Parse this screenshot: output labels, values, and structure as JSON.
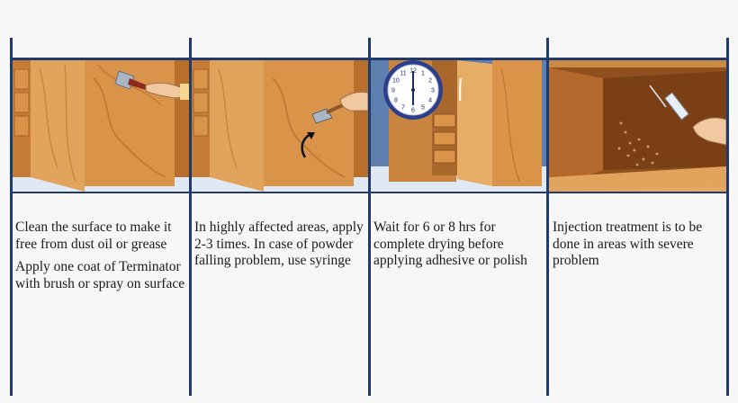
{
  "steps": [
    {
      "id": "clean",
      "paragraphs": [
        "Clean the surface to make it free from dust oil or grease",
        "Apply one coat of Terminator with brush or spray on surface"
      ]
    },
    {
      "id": "repeat",
      "paragraphs": [
        "In highly affected areas, apply 2-3 times. In case of powder falling problem, use syringe"
      ]
    },
    {
      "id": "dry",
      "paragraphs": [
        "Wait for 6 or 8 hrs for complete drying before applying adhesive or polish"
      ]
    },
    {
      "id": "inject",
      "paragraphs": [
        "Injection treatment is to be done in areas with severe problem"
      ]
    }
  ],
  "clock": {
    "numerals": [
      "12",
      "1",
      "2",
      "3",
      "4",
      "5",
      "6",
      "7",
      "8",
      "9",
      "10",
      "11"
    ]
  },
  "colors": {
    "rule": "#1f3a6b",
    "wood": "#d9944a",
    "wood_dark": "#b86f2c",
    "sky": "#5f7fb0"
  }
}
